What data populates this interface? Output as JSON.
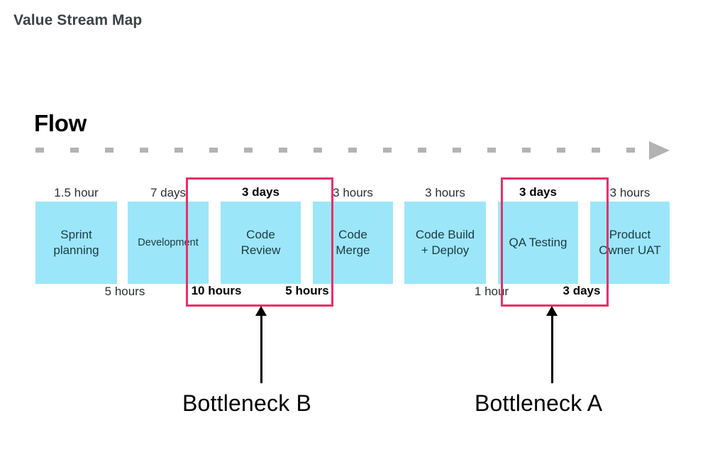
{
  "page": {
    "title": "Value Stream Map",
    "background_color": "#ffffff"
  },
  "colors": {
    "box_fill": "#9ce6fa",
    "box_text": "#1b3a42",
    "highlight_border": "#ea2f68",
    "flow_line": "#b3b3b3",
    "title_text": "#3d4245",
    "callout": "#000000"
  },
  "flow": {
    "heading": "Flow",
    "arrow_icon": "arrow-right-icon",
    "line_style": "dashed"
  },
  "chart_data": {
    "type": "diagram",
    "title": "Value Stream Map",
    "subtitle": "Flow",
    "stages": [
      {
        "name": "Sprint planning",
        "process_time": "1.5 hour",
        "wait_time": "5 hours",
        "highlighted": false
      },
      {
        "name": "Development",
        "process_time": "7 days",
        "wait_time": "10 hours",
        "highlighted": false
      },
      {
        "name": "Code Review",
        "process_time": "3 days",
        "wait_time": "5 hours",
        "highlighted": true
      },
      {
        "name": "Code Merge",
        "process_time": "3 hours",
        "wait_time": "",
        "highlighted": false
      },
      {
        "name": "Code Build + Deploy",
        "process_time": "3 hours",
        "wait_time": "1 hour",
        "highlighted": false
      },
      {
        "name": "QA Testing",
        "process_time": "3 days",
        "wait_time": "3 days",
        "highlighted": true
      },
      {
        "name": "Product Owner UAT",
        "process_time": "3 hours",
        "wait_time": "",
        "highlighted": false
      }
    ],
    "bottlenecks": [
      {
        "label": "Bottleneck B",
        "covers": [
          "Development",
          "Code Review",
          "Code Merge"
        ]
      },
      {
        "label": "Bottleneck A",
        "covers": [
          "QA Testing",
          "Product Owner UAT"
        ]
      }
    ]
  },
  "boxes": [
    {
      "label": "Sprint planning",
      "line1": "Sprint",
      "line2": "planning"
    },
    {
      "label": "Development",
      "line1": "Development",
      "line2": ""
    },
    {
      "label": "Code Review",
      "line1": "Code",
      "line2": "Review"
    },
    {
      "label": "Code Merge",
      "line1": "Code",
      "line2": "Merge"
    },
    {
      "label": "Code Build + Deploy",
      "line1": "Code Build",
      "line2": "+ Deploy"
    },
    {
      "label": "QA Testing",
      "line1": "QA Testing",
      "line2": ""
    },
    {
      "label": "Product Owner UAT",
      "line1": "Product",
      "line2": "Owner UAT"
    }
  ],
  "top_metrics": [
    {
      "value": "1.5 hour",
      "bold": false
    },
    {
      "value": "7 days",
      "bold": false
    },
    {
      "value": "3 days",
      "bold": true
    },
    {
      "value": "3 hours",
      "bold": false
    },
    {
      "value": "3 hours",
      "bold": false
    },
    {
      "value": "3 days",
      "bold": true
    },
    {
      "value": "3 hours",
      "bold": false
    }
  ],
  "bottom_metrics": [
    {
      "value": "5 hours",
      "bold": false
    },
    {
      "value": "10 hours",
      "bold": true
    },
    {
      "value": "5 hours",
      "bold": true
    },
    {
      "value": "1 hour",
      "bold": false
    },
    {
      "value": "3 days",
      "bold": true
    }
  ],
  "callouts": [
    {
      "label": "Bottleneck B"
    },
    {
      "label": "Bottleneck A"
    }
  ]
}
